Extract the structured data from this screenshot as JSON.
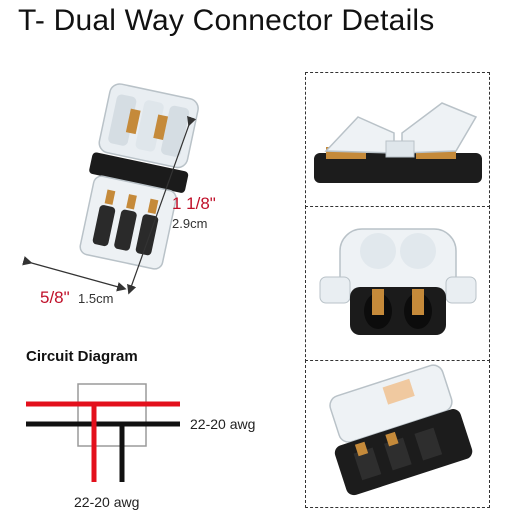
{
  "page": {
    "title": "T- Dual Way Connector Details"
  },
  "dimensions": {
    "length_fraction": "1 1/8\"",
    "length_metric": "2.9cm",
    "width_fraction": "5/8\"",
    "width_metric": "1.5cm"
  },
  "circuit": {
    "title": "Circuit Diagram",
    "right_label": "22-20 awg",
    "bottom_label": "22-20 awg",
    "colors": {
      "positive": "#e3101c",
      "negative": "#111111",
      "frame": "#9a9a9a"
    }
  },
  "photos": {
    "panel_top": "connector-open-side-view",
    "panel_middle": "connector-front-view",
    "panel_bottom": "connector-closed-angled-view"
  }
}
